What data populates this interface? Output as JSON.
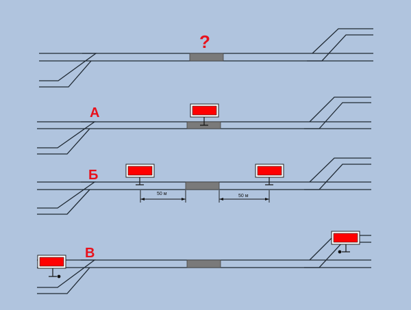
{
  "colors": {
    "background": "#b0c4de",
    "label": "#e8111b",
    "signal": "#ff0000",
    "block": "#7a7a7a"
  },
  "panels": [
    {
      "label": "?",
      "variant": "question"
    },
    {
      "label": "А",
      "variant": "center-signal"
    },
    {
      "label": "Б",
      "variant": "two-signals",
      "distance_left": "50 м",
      "distance_right": "50 м"
    },
    {
      "label": "В",
      "variant": "end-signals"
    }
  ]
}
